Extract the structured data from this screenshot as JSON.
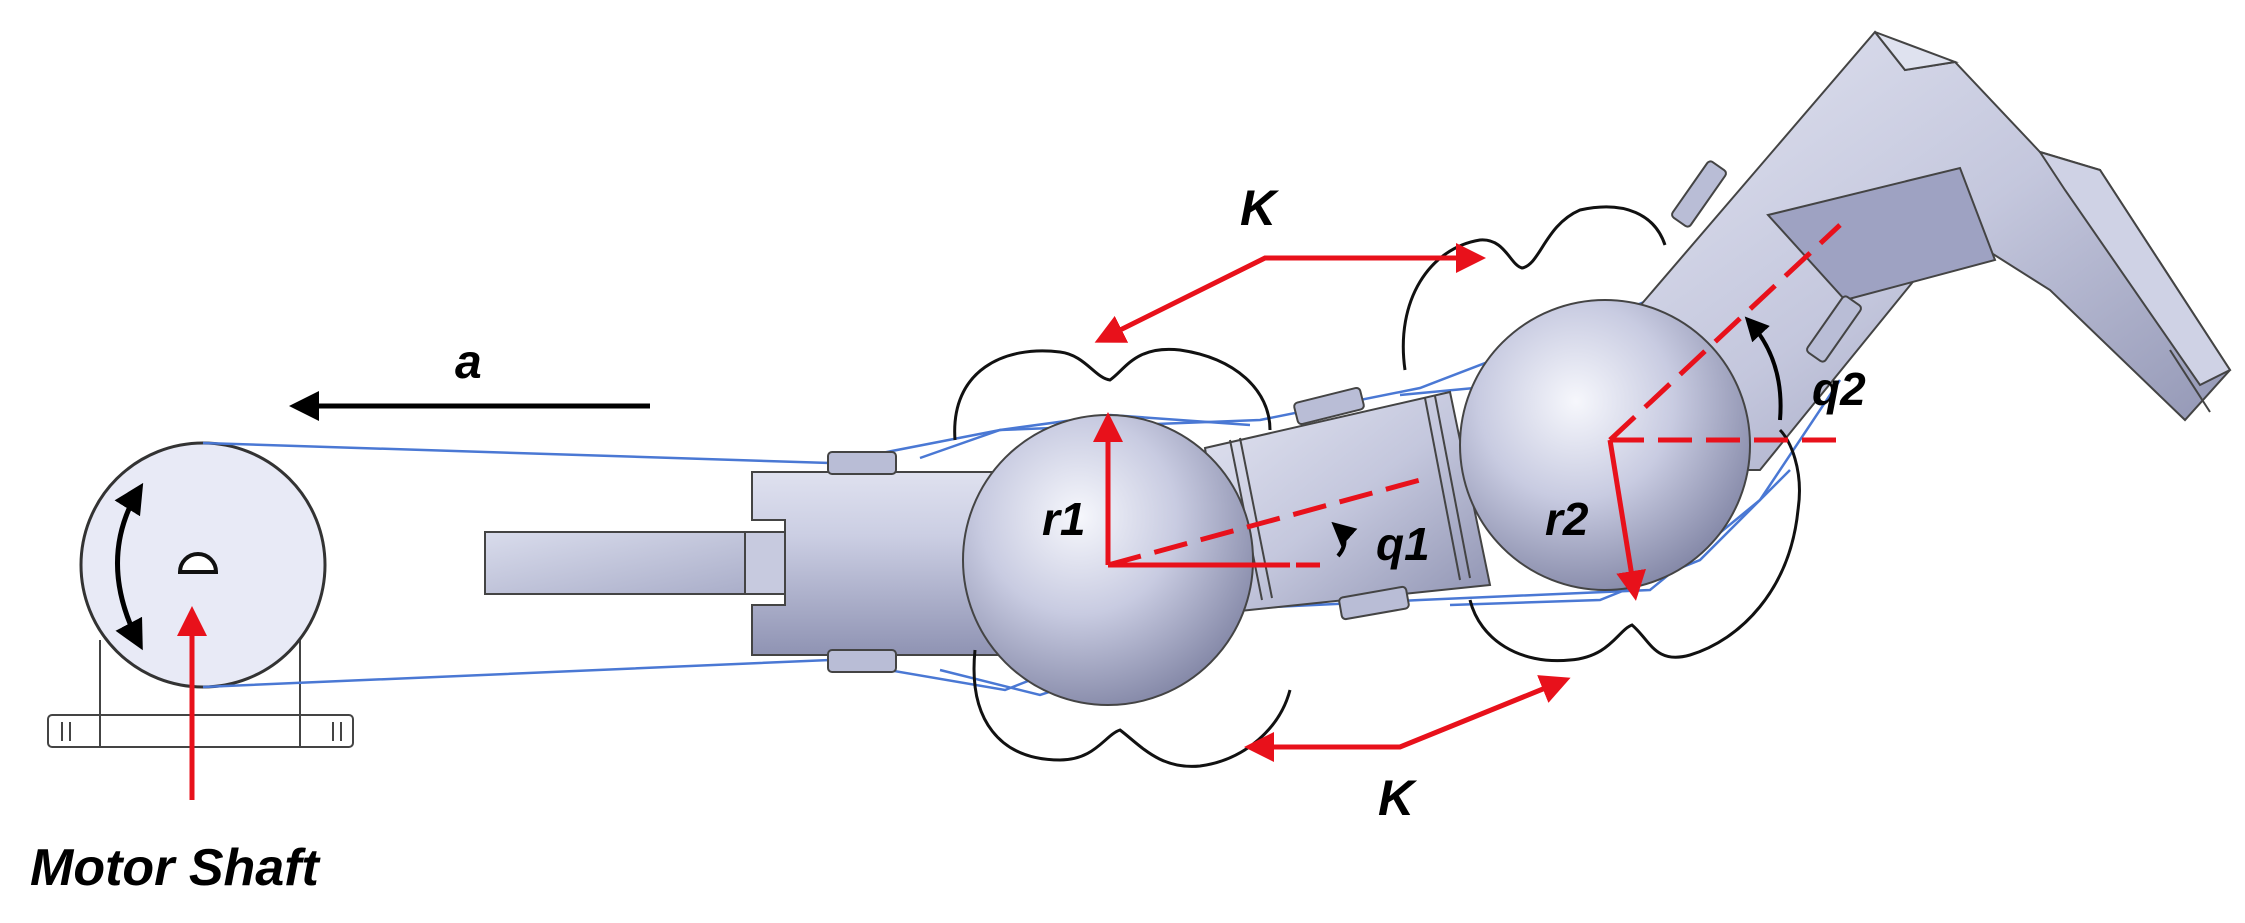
{
  "labels": {
    "motor_shaft": "Motor Shaft",
    "a": "a",
    "k_top": "K",
    "k_bottom": "K",
    "r1": "r1",
    "q1": "q1",
    "r2": "r2",
    "q2": "q2"
  },
  "colors": {
    "metal_light": "#e9ebf7",
    "metal_mid": "#b9bdd6",
    "metal_dark": "#8b8fb0",
    "cable": "#4a78d4",
    "annotation": "#e8111b",
    "outline": "#3a3a4a"
  }
}
